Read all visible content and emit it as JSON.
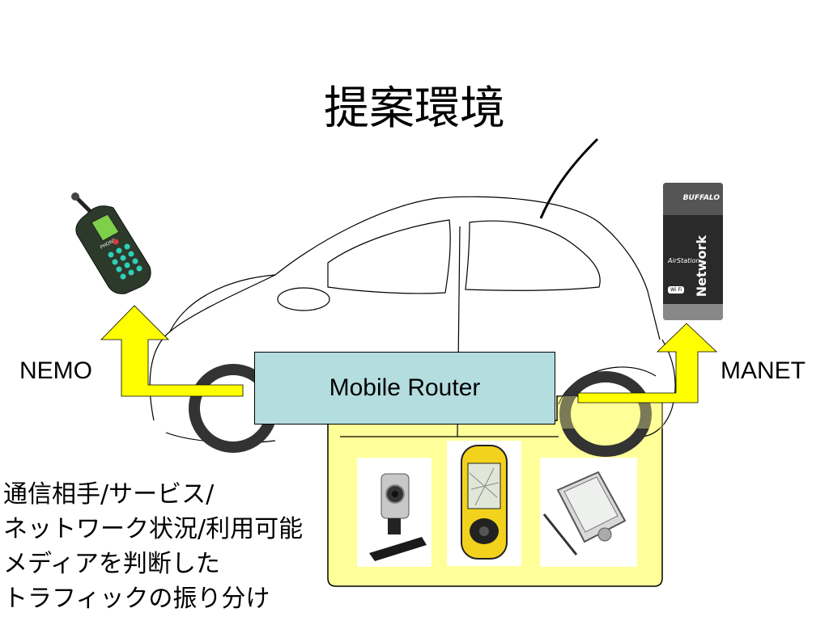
{
  "title": "提案環境",
  "labels": {
    "left": "NEMO",
    "right": "MANET"
  },
  "router": {
    "label": "Mobile Router"
  },
  "note": [
    "通信相手/サービス/",
    "ネットワーク状況/利用可能",
    "メディアを判断した",
    "トラフィックの振り分け"
  ],
  "wifi_card": {
    "brand": "BUFFALO",
    "product": "AirStation",
    "word": "Network",
    "badge": "Wi Fi"
  },
  "phone": {
    "brand": "PHONE"
  },
  "colors": {
    "arrow": "#ffff00",
    "device_panel": "#ffff99",
    "router_fill": "#b4dde0",
    "tire": "#333333"
  }
}
